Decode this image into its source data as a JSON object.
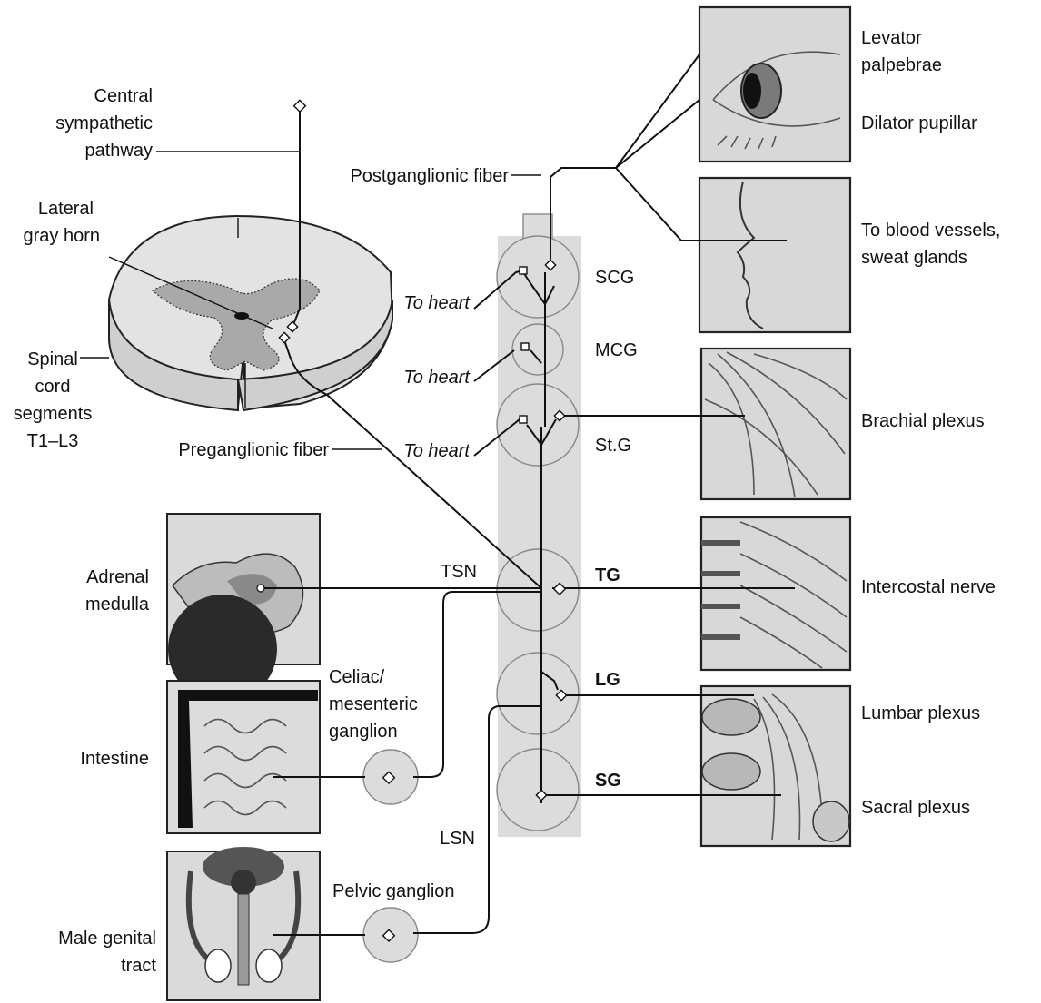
{
  "labels": {
    "central_pathway": [
      "Central",
      "sympathetic",
      "pathway"
    ],
    "lateral_horn": [
      "Lateral",
      "gray horn"
    ],
    "spinal_segments": [
      "Spinal",
      "cord",
      "segments",
      "T1–L3"
    ],
    "preganglionic": "Preganglionic fiber",
    "postganglionic": "Postganglionic fiber",
    "to_heart": "To heart",
    "tsn": "TSN",
    "lsn": "LSN",
    "celiac": [
      "Celiac/",
      "mesenteric",
      "ganglion"
    ],
    "pelvic": "Pelvic ganglion",
    "ganglia": {
      "scg": "SCG",
      "mcg": "MCG",
      "stg": "St.G",
      "tg": "TG",
      "lg": "LG",
      "sg": "SG"
    },
    "targets_right": {
      "levator": [
        "Levator",
        "palpebrae"
      ],
      "dilator": "Dilator pupillar",
      "vessels": [
        "To blood vessels,",
        "sweat glands"
      ],
      "brachial": "Brachial plexus",
      "intercostal": "Intercostal nerve",
      "lumbar": "Lumbar plexus",
      "sacral": "Sacral plexus"
    },
    "targets_left": {
      "adrenal": [
        "Adrenal",
        "medulla"
      ],
      "intestine": "Intestine",
      "genital": [
        "Male genital",
        "tract"
      ]
    }
  }
}
